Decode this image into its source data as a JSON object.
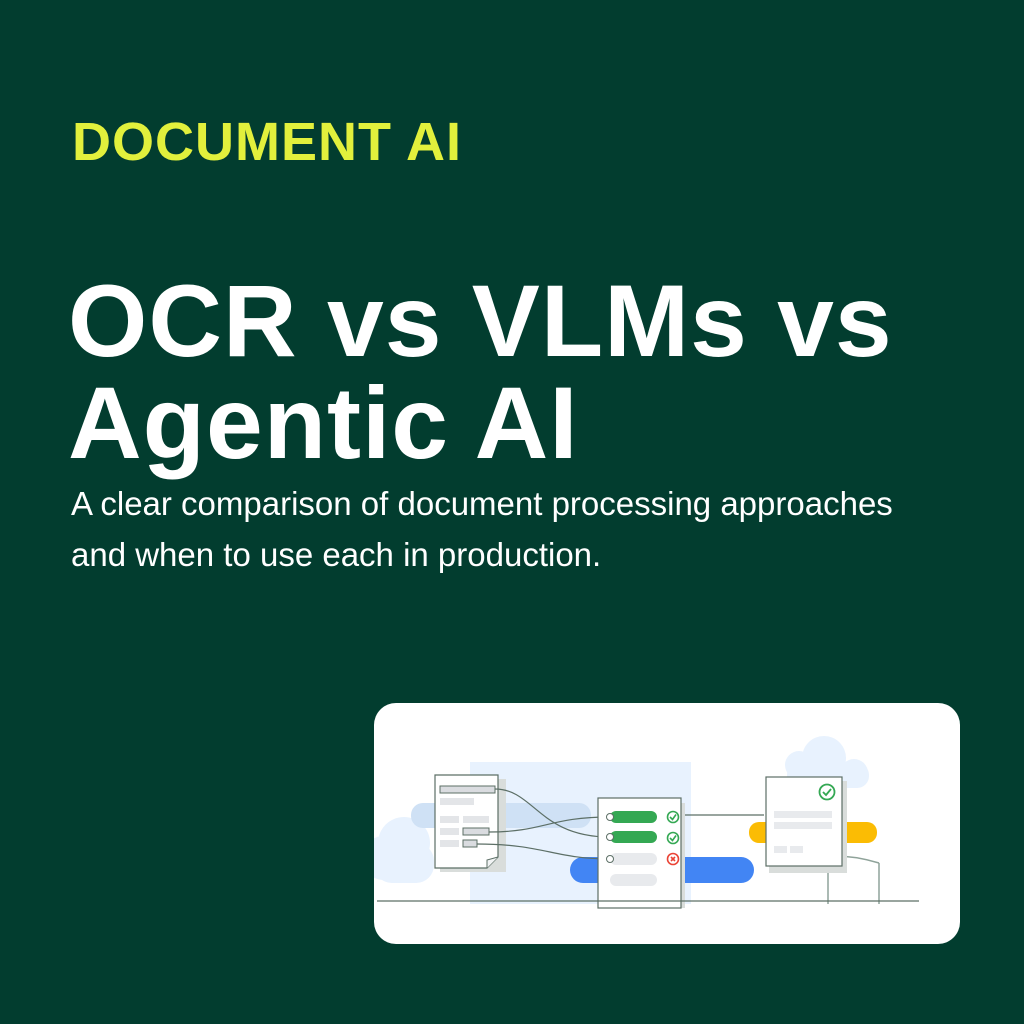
{
  "header": {
    "eyebrow": "DOCUMENT AI",
    "title_line_1": "OCR vs VLMs vs",
    "title_line_2": "Agentic AI",
    "subtitle": "A clear comparison of document processing approaches and when to use each in production."
  },
  "illustration": {
    "description": "Document flow: source document fields mapped to validation list, then to verified output document",
    "validation_items": [
      {
        "status": "valid",
        "icon": "check-circle-icon"
      },
      {
        "status": "valid",
        "icon": "check-circle-icon"
      },
      {
        "status": "invalid",
        "icon": "x-circle-icon"
      },
      {
        "status": "empty",
        "icon": ""
      }
    ],
    "output_status_icon": "check-circle-icon"
  },
  "colors": {
    "background": "#023D2F",
    "accent": "#E2F03C",
    "text": "#FFFFFF",
    "green": "#34A853",
    "blue": "#4285F4",
    "yellow": "#FBBC04",
    "red": "#EA4335",
    "light_blue": "#E8F2FE"
  }
}
